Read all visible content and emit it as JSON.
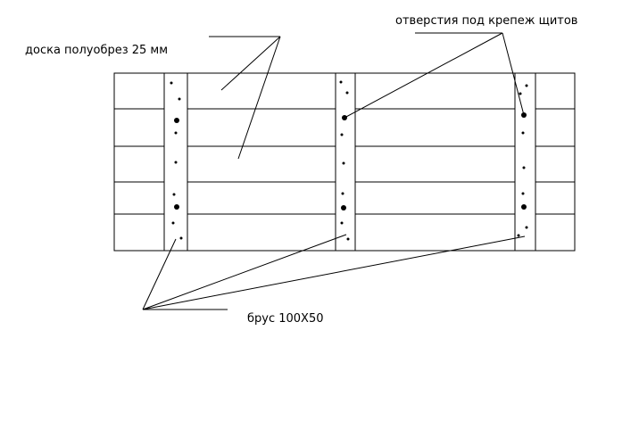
{
  "labels": {
    "board": "доска полуобрез 25 мм",
    "holes": "отверстия под крепеж щитов",
    "beam": "брус 100X50"
  },
  "colors": {
    "line": "#000000",
    "background": "#ffffff"
  }
}
